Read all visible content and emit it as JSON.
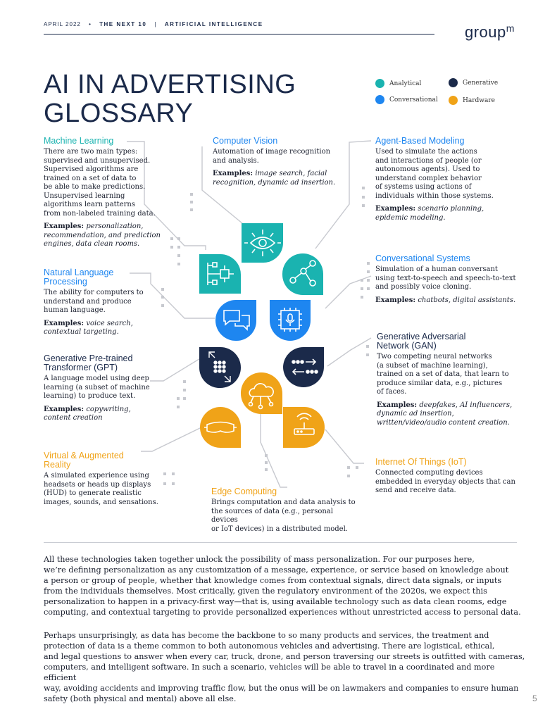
{
  "header": {
    "date": "APRIL 2022",
    "bullet": "•",
    "series": "THE NEXT 10",
    "divider": "|",
    "topic": "ARTIFICIAL INTELLIGENCE",
    "logo_text": "group",
    "logo_sup": "m"
  },
  "title": {
    "line1": "AI IN ADVERTISING",
    "line2": "GLOSSARY"
  },
  "legend": [
    {
      "label": "Analytical",
      "color": "#1ab3b0"
    },
    {
      "label": "Generative",
      "color": "#1b2a4a"
    },
    {
      "label": "Conversational",
      "color": "#1e86f0"
    },
    {
      "label": "Hardware",
      "color": "#f0a318"
    }
  ],
  "entries": {
    "machine_learning": {
      "title": "Machine Learning",
      "desc": "There are two main types:\nsupervised and unsupervised.\nSupervised algorithms are\ntrained on a set of data to\nbe able to make predictions.\nUnsupervised learning\nalgorithms learn patterns\nfrom non-labeled training data.",
      "ex_label": "Examples:",
      "ex": "personalization,\nrecommendation, and prediction\nengines, data clean rooms."
    },
    "computer_vision": {
      "title": "Computer Vision",
      "desc": "Automation of image recognition\nand analysis.",
      "ex_label": "Examples:",
      "ex": "image search, facial\nrecognition, dynamic ad insertion."
    },
    "agent_based": {
      "title": "Agent-Based Modeling",
      "desc": "Used to simulate the actions\nand interactions of people (or\nautonomous agents). Used to\nunderstand complex behavior\nof systems using actions of\nindividuals within those systems.",
      "ex_label": "Examples:",
      "ex": "scenario planning,\nepidemic modeling."
    },
    "nlp": {
      "title": "Natural Language\nProcessing",
      "desc": "The ability for computers to\nunderstand and produce\nhuman language.",
      "ex_label": "Examples:",
      "ex": "voice search,\ncontextual targeting."
    },
    "conversational": {
      "title": "Conversational Systems",
      "desc": "Simulation of a human conversant\nusing text-to-speech and speech-to-text\nand possibly voice cloning.",
      "ex_label": "Examples:",
      "ex": "chatbots, digital assistants."
    },
    "gpt": {
      "title": "Generative Pre-trained\nTransformer (GPT)",
      "desc": "A language model using deep\nlearning (a subset of machine\nlearning) to produce text.",
      "ex_label": "Examples:",
      "ex": "copywriting,\ncontent creation"
    },
    "gan": {
      "title": "Generative Adversarial\nNetwork (GAN)",
      "desc": "Two competing neural networks\n(a subset of machine learning),\ntrained on a set of data, that learn to\nproduce similar data, e.g., pictures\nof faces.",
      "ex_label": "Examples:",
      "ex": "deepfakes, AI influencers,\ndynamic ad insertion,\nwritten/video/audio content creation."
    },
    "vr": {
      "title": "Virtual & Augmented\nReality",
      "desc": "A simulated experience using\nheadsets or heads up displays\n(HUD) to generate realistic\nimages, sounds, and sensations."
    },
    "iot": {
      "title": "Internet Of Things (IoT)",
      "desc": "Connected computing devices\nembedded in everyday objects that can\nsend and receive data."
    },
    "edge": {
      "title": "Edge Computing",
      "desc": "Brings computation and data analysis to\nthe sources of data (e.g., personal devices\nor IoT devices) in a distributed model."
    }
  },
  "paragraphs": [
    "All these technologies taken together unlock the possibility of mass personalization. For our purposes here,\nwe’re defining personalization as any customization of a message, experience, or service based on knowledge about\na person or group of people, whether that knowledge comes from contextual signals, direct data signals, or inputs\nfrom the individuals themselves. Most critically, given the regulatory environment of the 2020s, we expect this\npersonalization to happen in a privacy-first way—that is, using available technology such as data clean rooms, edge\ncomputing, and contextual targeting to provide personalized experiences without unrestricted access to personal data.",
    "Perhaps unsurprisingly, as data has become the backbone to so many products and services, the treatment and\nprotection of data is a theme common to both autonomous vehicles and advertising. There are logistical, ethical,\nand legal questions to answer when every car, truck, drone, and person traversing our streets is outfitted with cameras,\ncomputers, and intelligent software. In such a scenario, vehicles will be able to travel in a coordinated and more efficient\nway, avoiding accidents and improving traffic flow, but the onus will be on lawmakers and companies to ensure human\nsafety (both physical and mental) above all else."
  ],
  "page_number": "5",
  "icons": {
    "computer_vision": "eye-circuit-icon",
    "machine_learning": "chip-flowchart-icon",
    "agent_based": "network-nodes-icon",
    "nlp": "chat-bubbles-icon",
    "conversational": "microphone-chip-icon",
    "gpt": "dots-arrows-icon",
    "gan": "exchange-arrows-icon",
    "edge": "cloud-network-icon",
    "vr": "vr-headset-icon",
    "iot": "wifi-router-icon"
  }
}
